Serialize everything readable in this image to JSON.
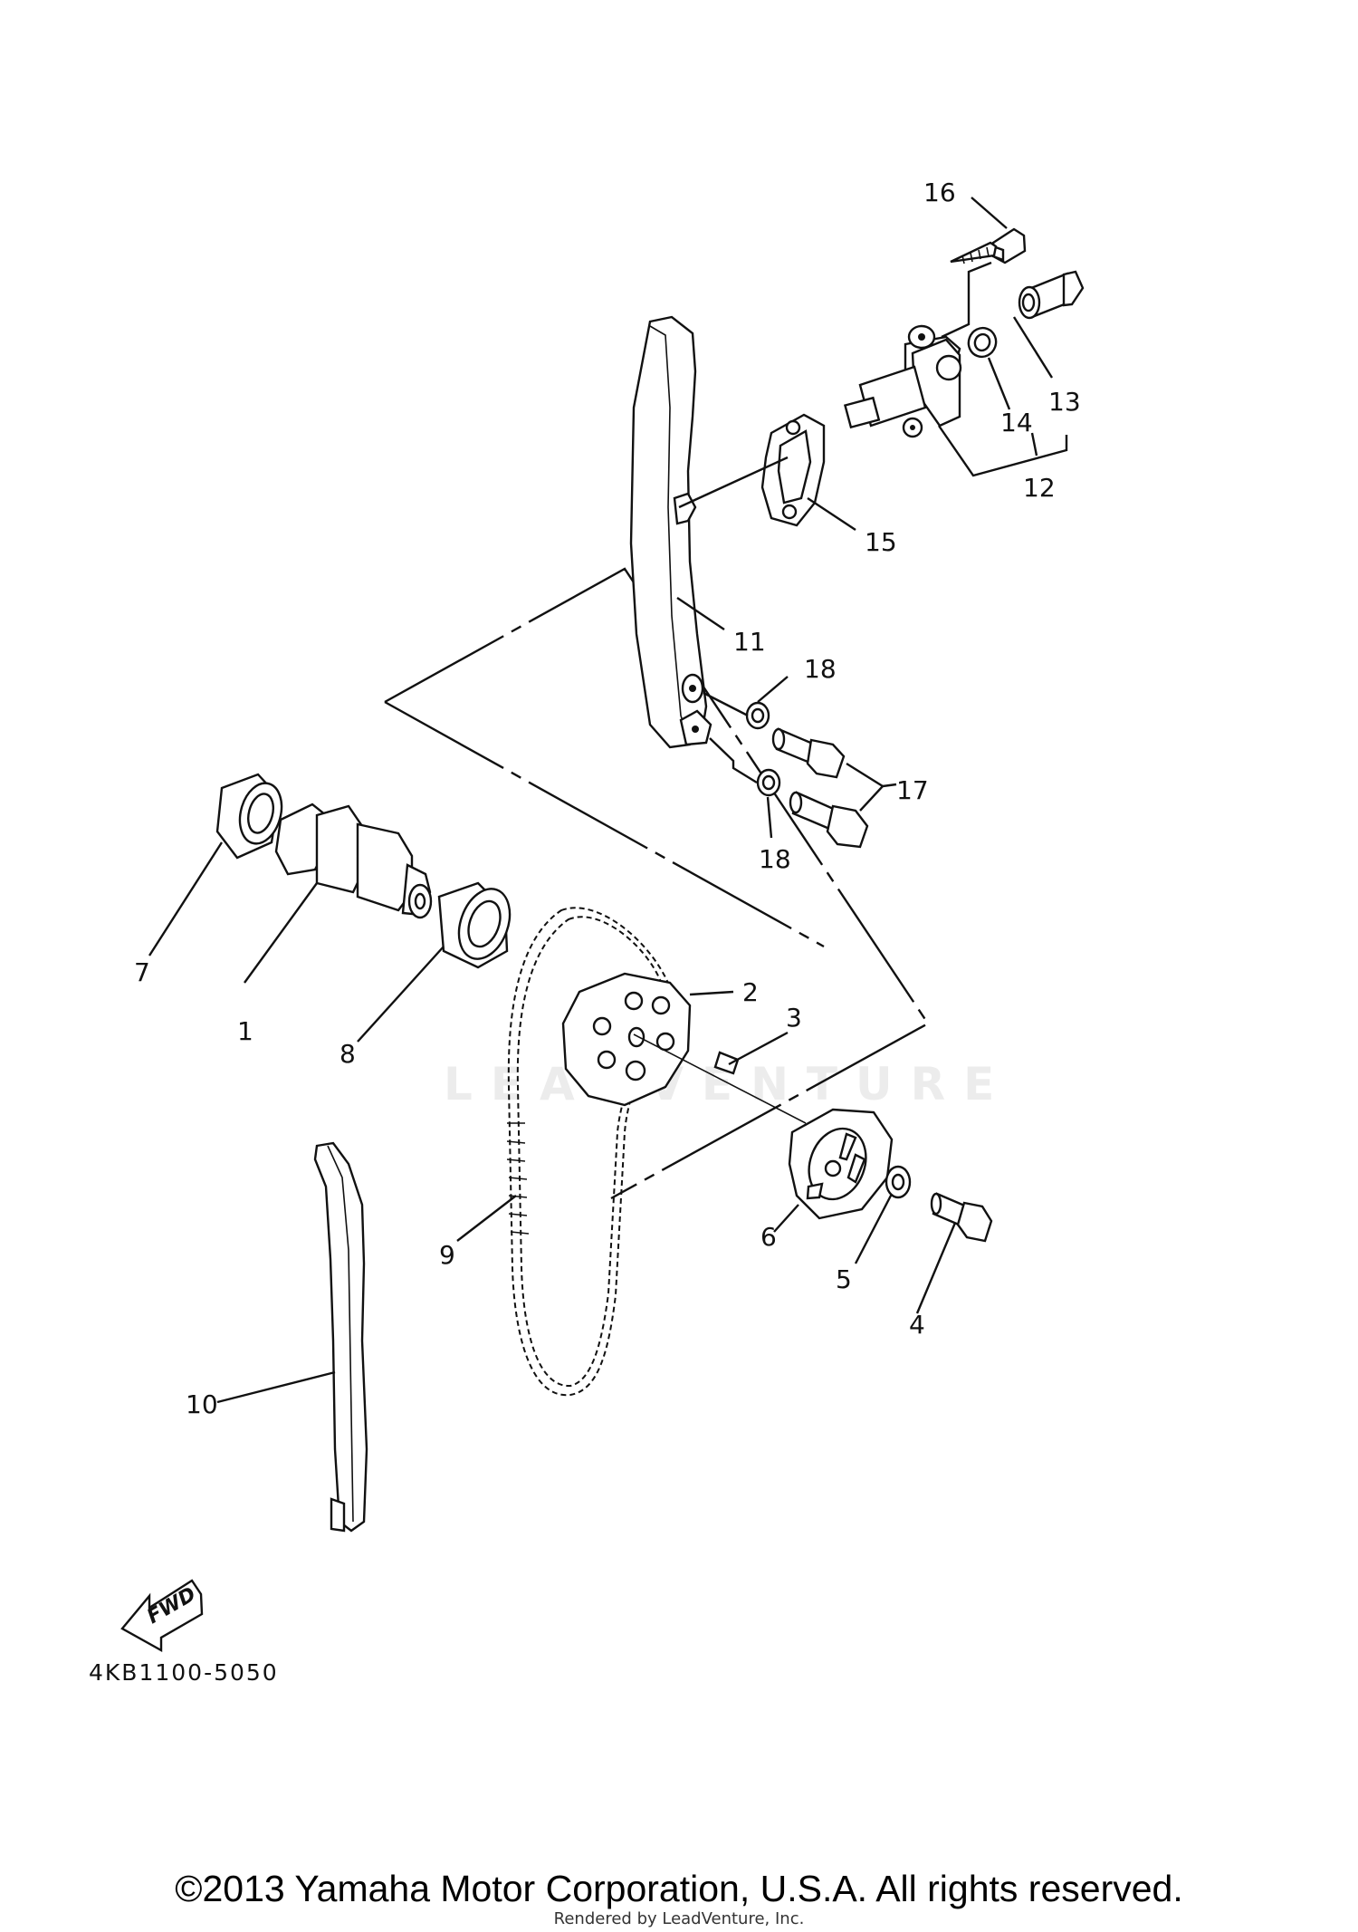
{
  "diagram": {
    "parts": [
      {
        "number": "1"
      },
      {
        "number": "2"
      },
      {
        "number": "3"
      },
      {
        "number": "4"
      },
      {
        "number": "5"
      },
      {
        "number": "6"
      },
      {
        "number": "7"
      },
      {
        "number": "8"
      },
      {
        "number": "9"
      },
      {
        "number": "10"
      },
      {
        "number": "11"
      },
      {
        "number": "12"
      },
      {
        "number": "13"
      },
      {
        "number": "14"
      },
      {
        "number": "15"
      },
      {
        "number": "16"
      },
      {
        "number": "17"
      },
      {
        "number": "18"
      },
      {
        "number": "18"
      }
    ],
    "fwd_label": "FWD",
    "code": "4KB1100-5050"
  },
  "watermark": "LEADVENTURE",
  "footer": {
    "copyright": "©2013 Yamaha Motor Corporation, U.S.A. All rights reserved.",
    "rendered_by": "Rendered by LeadVenture, Inc."
  }
}
